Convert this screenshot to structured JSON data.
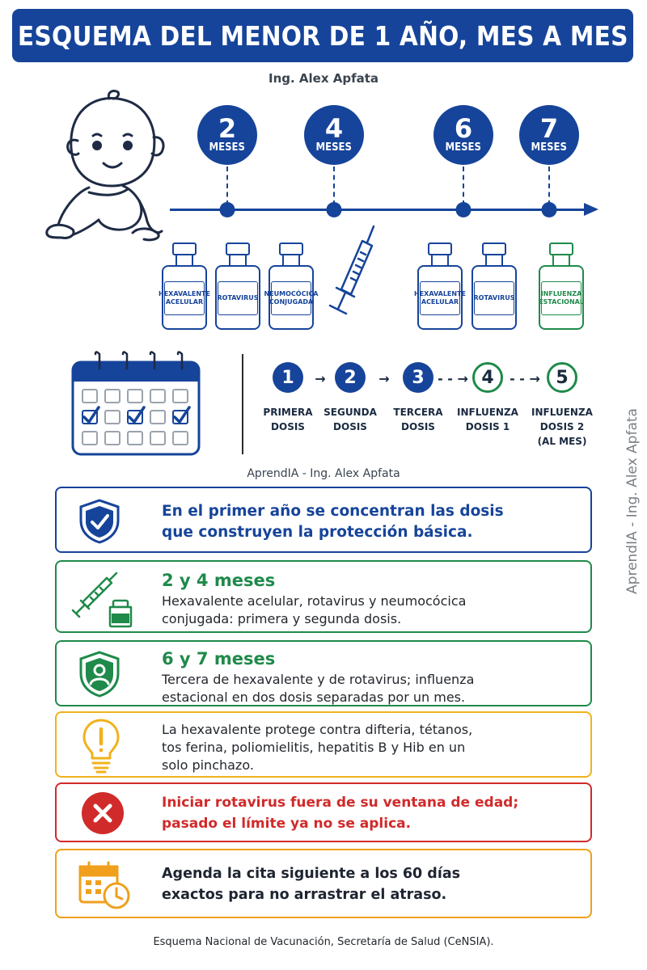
{
  "header": {
    "title": "ESQUEMA DEL MENOR DE 1 AÑO, MES A MES",
    "author": "Ing. Alex Apfata"
  },
  "timeline": {
    "months": [
      {
        "number": "2",
        "unit": "MESES"
      },
      {
        "number": "4",
        "unit": "MESES"
      },
      {
        "number": "6",
        "unit": "MESES"
      },
      {
        "number": "7",
        "unit": "MESES"
      }
    ]
  },
  "vials": [
    {
      "label": "HEXAVALENTE ACELULAR",
      "color": "#16449a"
    },
    {
      "label": "ROTAVIRUS",
      "color": "#16449a"
    },
    {
      "label": "NEUMOCÓCICA CONJUGADA",
      "color": "#16449a"
    },
    {
      "label": "HEXAVALENTE ACELULAR",
      "color": "#16449a"
    },
    {
      "label": "ROTAVIRUS",
      "color": "#16449a"
    },
    {
      "label": "INFLUENZA ESTACIONAL",
      "color": "#1f8a4a"
    }
  ],
  "doses": [
    {
      "number": "1",
      "label": "PRIMERA\nDOSIS"
    },
    {
      "number": "2",
      "label": "SEGUNDA\nDOSIS"
    },
    {
      "number": "3",
      "label": "TERCERA\nDOSIS"
    },
    {
      "number": "4",
      "label": "INFLUENZA\nDOSIS 1"
    },
    {
      "number": "5",
      "label": "INFLUENZA\nDOSIS 2\n(AL MES)"
    }
  ],
  "arrows": [
    "→",
    "→",
    "- - →",
    "- - →"
  ],
  "credit_mid": "AprendIA - Ing. Alex Apfata",
  "credit_vertical": "AprendIA - Ing. Alex Apfata",
  "boxes": {
    "protection": {
      "line1": "En el primer año se concentran las dosis",
      "line2": "que construyen la protección básica."
    },
    "months_2_4": {
      "heading": "2 y 4 meses",
      "line1": "Hexavalente acelular, rotavirus y neumocócica",
      "line2": "conjugada: primera y segunda dosis."
    },
    "months_6_7": {
      "heading": "6 y 7 meses",
      "line1": "Tercera de hexavalente y de rotavirus; influenza",
      "line2": "estacional en dos dosis separadas por un mes."
    },
    "tip": {
      "line1": "La hexavalente protege contra difteria, tétanos,",
      "line2": "tos ferina, poliomielitis, hepatitis B y Hib en un",
      "line3": "solo pinchazo."
    },
    "warning": {
      "line1": "Iniciar rotavirus fuera de su ventana de edad;",
      "line2": "pasado el límite ya no se aplica."
    },
    "schedule": {
      "line1": "Agenda la cita siguiente a los 60 días",
      "line2": "exactos para no arrastrar el atraso."
    }
  },
  "footer": "Esquema Nacional de Vacunación, Secretaría de Salud (CeNSIA).",
  "colors": {
    "primary_blue": "#16449a",
    "green": "#1f8a4a",
    "yellow": "#f0b21d",
    "red": "#d12a2a",
    "orange": "#f0a01d"
  }
}
